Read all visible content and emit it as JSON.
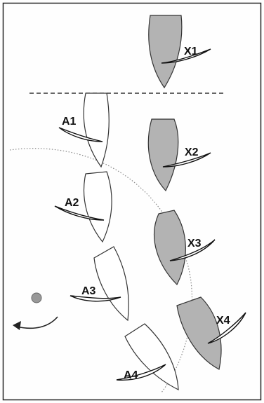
{
  "diagram": {
    "boats_white": [
      {
        "id": "A1",
        "label": "A1"
      },
      {
        "id": "A2",
        "label": "A2"
      },
      {
        "id": "A3",
        "label": "A3"
      },
      {
        "id": "A4",
        "label": "A4"
      }
    ],
    "boats_gray": [
      {
        "id": "X1",
        "label": "X1"
      },
      {
        "id": "X2",
        "label": "X2"
      },
      {
        "id": "X3",
        "label": "X3"
      },
      {
        "id": "X4",
        "label": "X4"
      }
    ],
    "colors": {
      "gray_hull": "#b3b3b3",
      "white_hull": "#ffffff",
      "outline": "#222222",
      "mark": "#8a8a8a",
      "circle": "#888888"
    },
    "icons": {
      "mark": "round-mark",
      "arrow": "curved-arrow-icon"
    }
  }
}
